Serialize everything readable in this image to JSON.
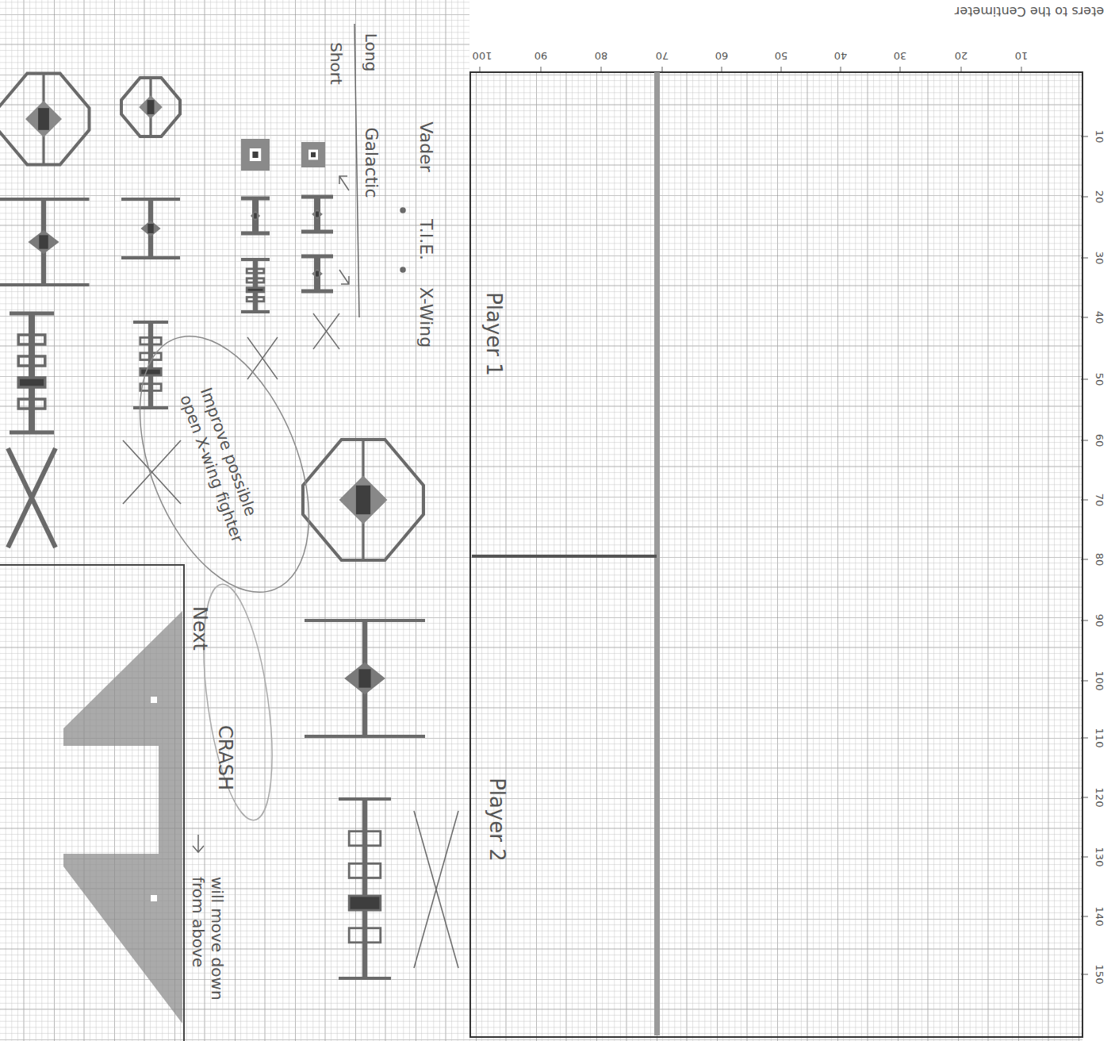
{
  "diagram": {
    "nodes": [
      {
        "text": [
          "Player 1"
        ]
      },
      {
        "text": [
          "Player 2"
        ]
      },
      {
        "text": [
          "Improve possible open X-wing fighter"
        ]
      }
    ],
    "labels": [
      "eters to the Centimeter",
      "10",
      "20",
      "30",
      "40",
      "50",
      "60",
      "70",
      "80",
      "90",
      "100",
      "10",
      "20",
      "30",
      "40",
      "50",
      "60",
      "70",
      "80",
      "90",
      "100",
      "110",
      "120",
      "130",
      "140",
      "150",
      "Vader",
      "T.I.E.",
      "X-Wing",
      "Long",
      "Short",
      "Galactic",
      "Next",
      "CRASH",
      "will move down from above"
    ]
  }
}
